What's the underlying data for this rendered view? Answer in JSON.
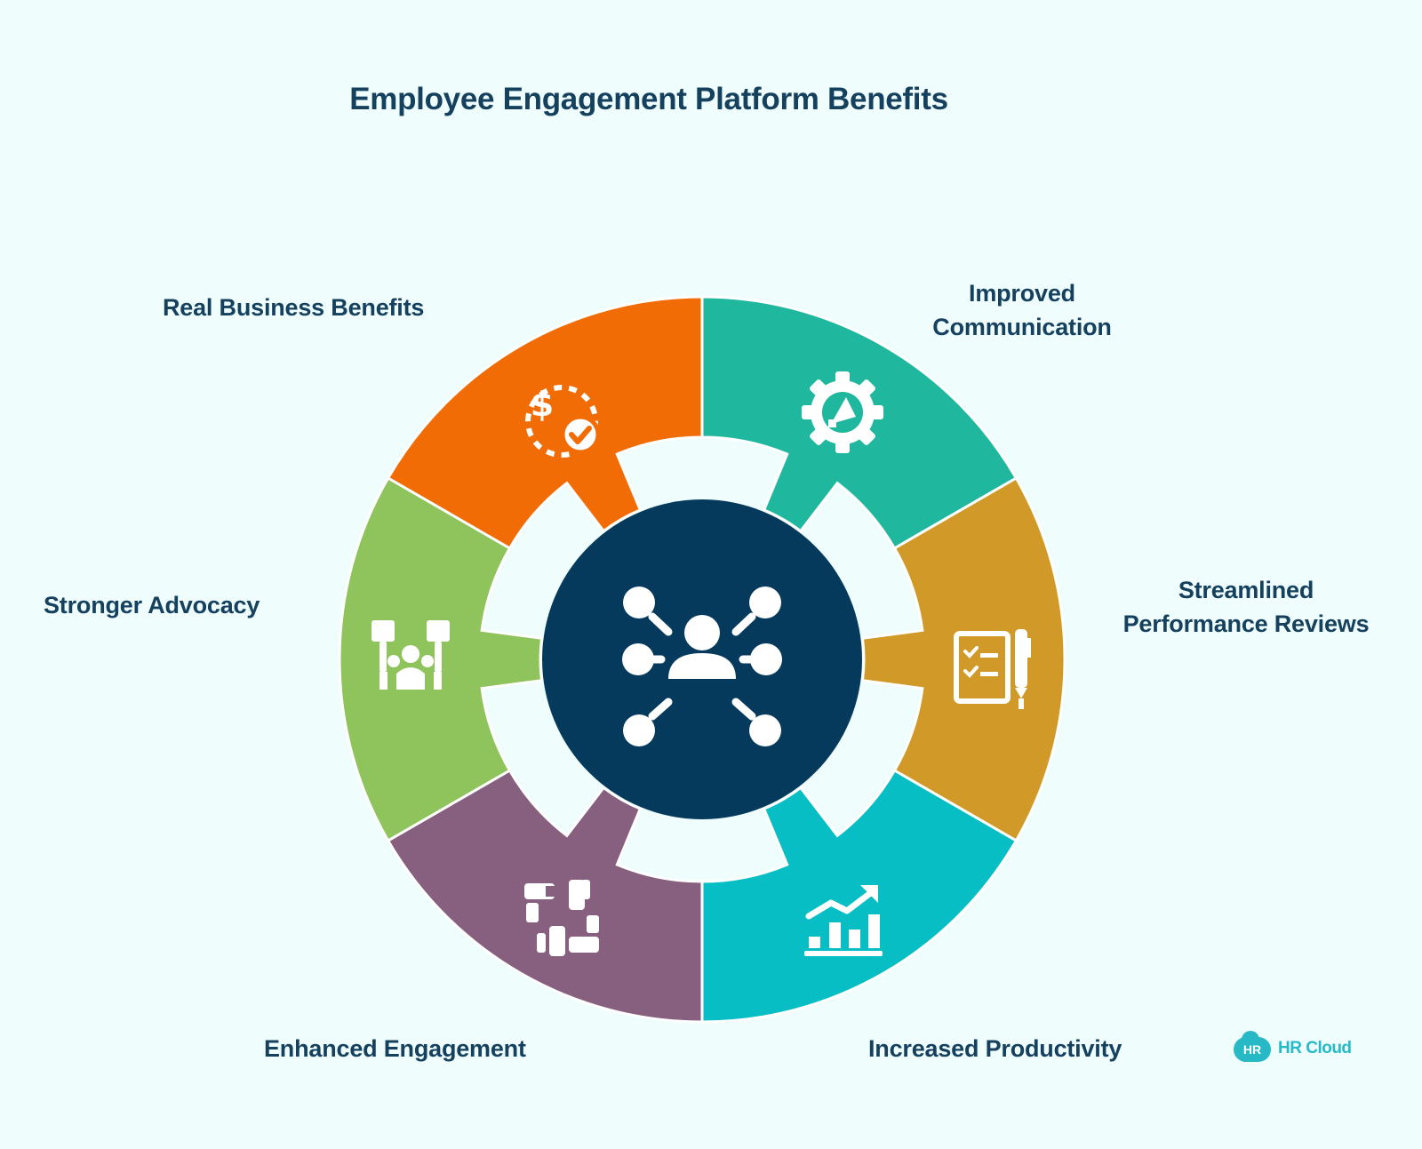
{
  "title": "Employee Engagement Platform Benefits",
  "segments": [
    {
      "id": "real",
      "lines": [
        "Real Business Benefits"
      ],
      "color": "#f26c05",
      "icon": "dollar-check-icon"
    },
    {
      "id": "comm",
      "lines": [
        "Improved",
        "Communication"
      ],
      "color": "#1fb89e",
      "icon": "gear-megaphone-icon"
    },
    {
      "id": "perf",
      "lines": [
        "Streamlined",
        "Performance Reviews"
      ],
      "color": "#d19a28",
      "icon": "checklist-pen-icon"
    },
    {
      "id": "prod",
      "lines": [
        "Increased Productivity"
      ],
      "color": "#07bec5",
      "icon": "growth-chart-icon"
    },
    {
      "id": "enga",
      "lines": [
        "Enhanced Engagement"
      ],
      "color": "#88607f",
      "icon": "joined-hands-icon"
    },
    {
      "id": "advo",
      "lines": [
        "Stronger Advocacy"
      ],
      "color": "#8fc35c",
      "icon": "rally-signs-icon"
    }
  ],
  "hub": {
    "color": "#053a5c",
    "icon": "network-people-icon"
  },
  "logo": {
    "badge": "HR",
    "name": "HR Cloud"
  }
}
